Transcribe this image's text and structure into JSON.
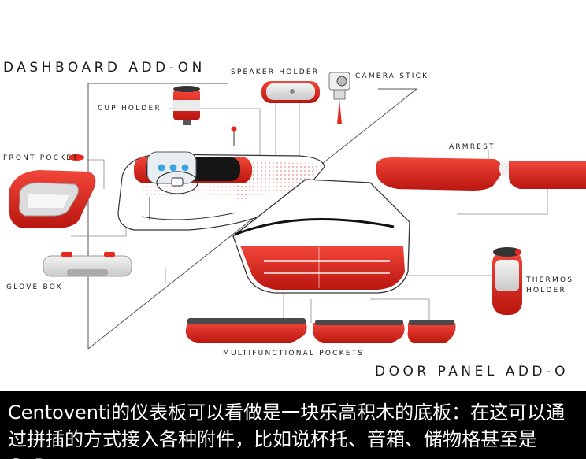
{
  "labels": {
    "dashboard_addon": "DASHBOARD ADD-ON",
    "speaker_holder": "SPEAKER HOLDER",
    "camera_stick": "CAMERA STICK",
    "cup_holder": "CUP HOLDER",
    "front_pocket": "FRONT POCKET",
    "armrest": "ARMREST",
    "glove_box": "GLOVE BOX",
    "thermos_holder_line1": "THERMOS",
    "thermos_holder_line2": "HOLDER",
    "multifunctional_pockets": "MULTIFUNCTIONAL POCKETS",
    "door_panel_addon": "DOOR PANEL ADD-O"
  },
  "caption": {
    "text": "Centoventi的仪表板可以看做是一块乐高积木的底板：在这可以通过拼插的方式接入各种附件，比如说杯托、音箱、储物格甚至是GoPro"
  },
  "colors": {
    "accent_red": "#e8271d",
    "dark_red": "#b9160f",
    "caption_bg": "#000000",
    "caption_text": "#ffffff",
    "line": "#8a8a8a"
  }
}
